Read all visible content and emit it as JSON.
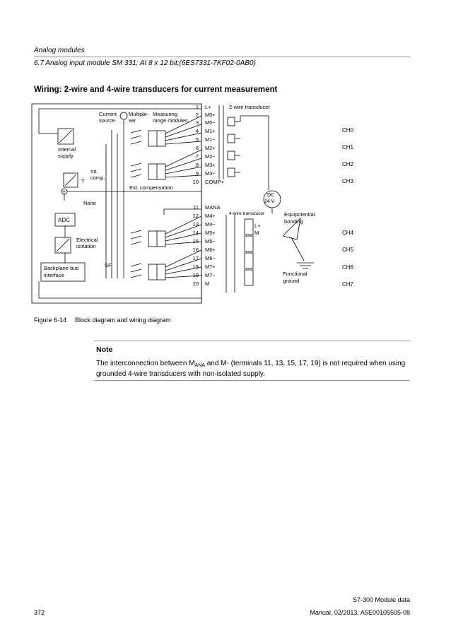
{
  "header": {
    "section": "Analog modules",
    "title": "6.7 Analog input module SM 331; AI 8 x 12 bit;(6ES7331-7KF02-0AB0)"
  },
  "section_title": "Wiring: 2-wire and 4-wire transducers for current measurement",
  "diagram": {
    "labels": {
      "current_source": [
        "Current",
        "source"
      ],
      "multiplexer": [
        "Multiple-",
        "xer"
      ],
      "measuring_range": [
        "Measuring",
        "range modules"
      ],
      "internal_supply": [
        "Internal",
        "supply"
      ],
      "int_comp": [
        "Int.",
        "comp."
      ],
      "t": "T",
      "plus": "+",
      "none": "None",
      "ext_comp": "Ext. compensation",
      "adc": "ADC",
      "electrical_isolation": [
        "Electrical",
        "isolation"
      ],
      "backplane": [
        "Backplane bus",
        "interface"
      ],
      "sf": "SF",
      "two_wire": "2-wire transducer",
      "four_wire": "4-wire transducer",
      "dc_supply": [
        "DC",
        "24 V"
      ],
      "equipotential": [
        "Equipotential",
        "bonding"
      ],
      "functional_ground": [
        "Functional",
        "ground"
      ],
      "l_plus": "L+",
      "m": "M"
    },
    "terminals": [
      {
        "num": "1",
        "label": "L+"
      },
      {
        "num": "2",
        "label": "M0+"
      },
      {
        "num": "3",
        "label": "M0−"
      },
      {
        "num": "4",
        "label": "M1+"
      },
      {
        "num": "5",
        "label": "M1−"
      },
      {
        "num": "6",
        "label": "M2+"
      },
      {
        "num": "7",
        "label": "M2−"
      },
      {
        "num": "8",
        "label": "M3+"
      },
      {
        "num": "9",
        "label": "M3−"
      },
      {
        "num": "10",
        "label": "COMP+"
      },
      {
        "num": "11",
        "label": "MANA"
      },
      {
        "num": "12",
        "label": "M4+"
      },
      {
        "num": "13",
        "label": "M4−"
      },
      {
        "num": "14",
        "label": "M5+"
      },
      {
        "num": "15",
        "label": "M5−"
      },
      {
        "num": "16",
        "label": "M6+"
      },
      {
        "num": "17",
        "label": "M6−"
      },
      {
        "num": "18",
        "label": "M7+"
      },
      {
        "num": "19",
        "label": "M7−"
      },
      {
        "num": "20",
        "label": "M"
      }
    ],
    "channels": [
      "CH0",
      "CH1",
      "CH2",
      "CH3",
      "CH4",
      "CH5",
      "CH6",
      "CH7"
    ]
  },
  "figure": {
    "number": "Figure 6-14",
    "caption": "Block diagram and wiring diagram"
  },
  "note": {
    "label": "Note",
    "text_before": "The interconnection between M",
    "text_sub": "ANA",
    "text_after": " and M- (terminals 11, 13, 15, 17, 19) is not required when using grounded 4-wire transducers with non-isolated supply."
  },
  "footer": {
    "line1": "S7-300 Module data",
    "line2": "Manual, 02/2013, A5E00105505-08",
    "page": "372"
  }
}
